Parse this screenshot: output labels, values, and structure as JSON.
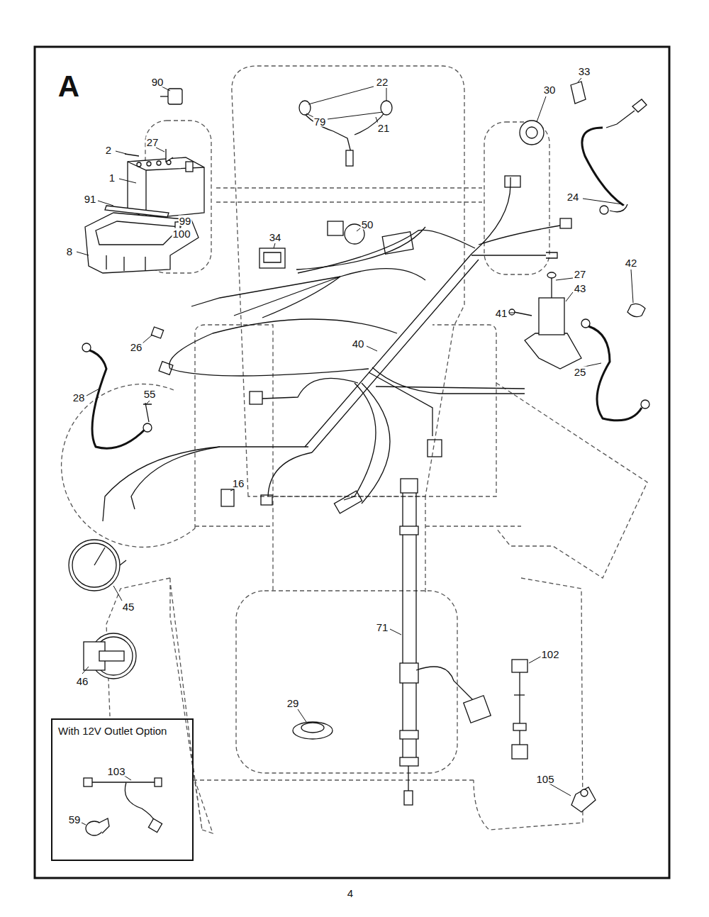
{
  "diagram": {
    "nodes": [
      {
        "text": [
          "With 12V Outlet Option"
        ]
      }
    ],
    "labels": [
      "A",
      "90",
      "27",
      "2",
      "1",
      "91",
      "99",
      "100",
      "8",
      "22",
      "79",
      "21",
      "30",
      "33",
      "24",
      "50",
      "34",
      "27",
      "43",
      "42",
      "41",
      "26",
      "40",
      "25",
      "28",
      "55",
      "16",
      "45",
      "46",
      "71",
      "29",
      "102",
      "105",
      "103",
      "59",
      "4"
    ]
  }
}
